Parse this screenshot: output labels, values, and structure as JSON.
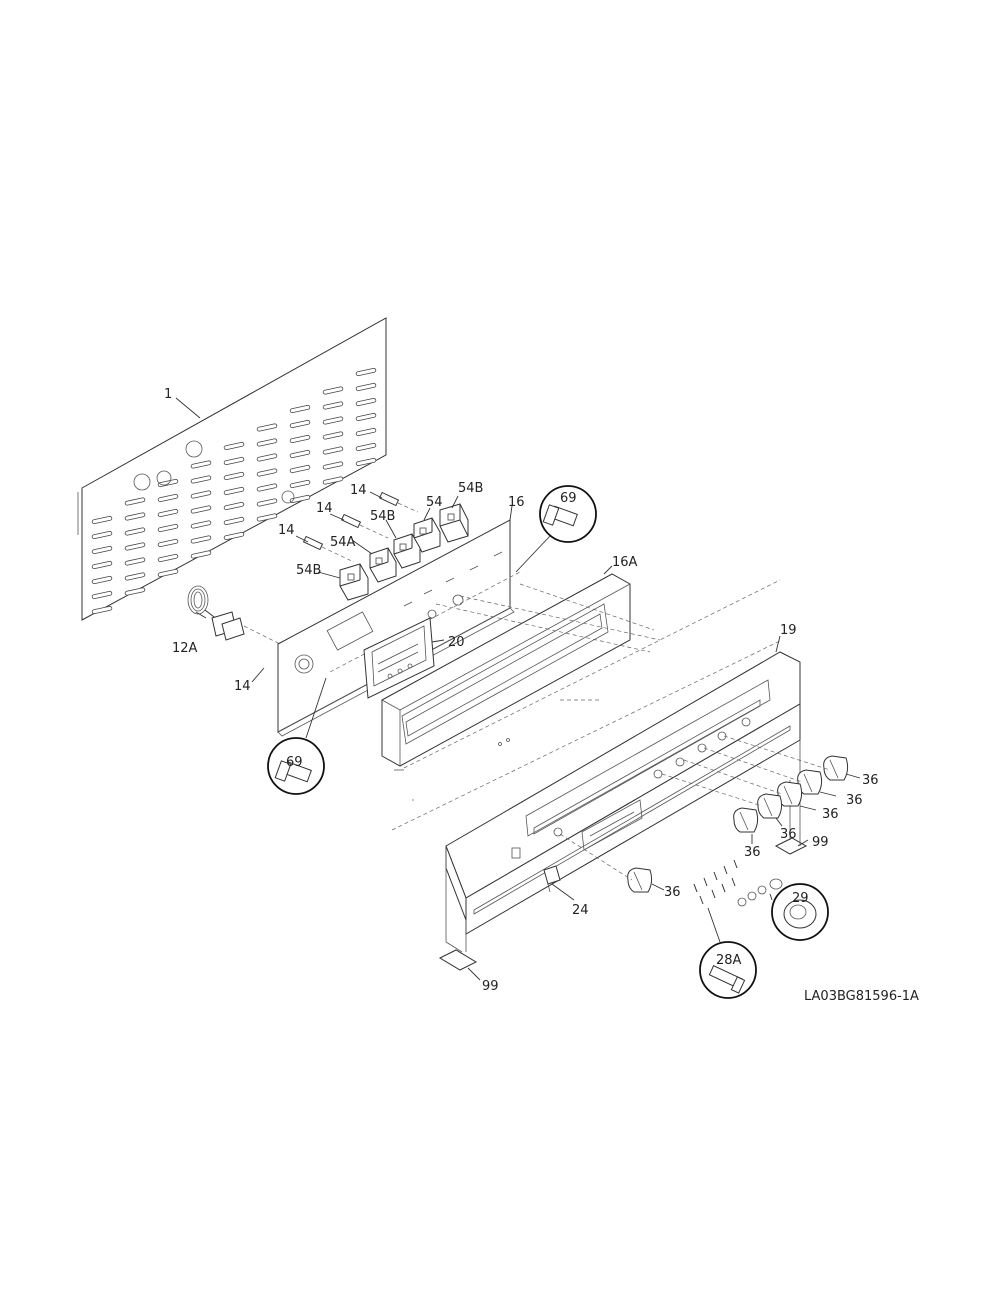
{
  "diagram": {
    "drawing_code": "LA03BG81596-1A",
    "labels": {
      "p1": "1",
      "p12a": "12A",
      "p14_a": "14",
      "p14_b": "14",
      "p14_c": "14",
      "p14_d": "14",
      "p54a": "54A",
      "p54b_a": "54B",
      "p54b_b": "54B",
      "p54b_c": "54B",
      "p54": "54",
      "p16": "16",
      "p16a": "16A",
      "p20": "20",
      "p69_a": "69",
      "p69_b": "69",
      "p19": "19",
      "p36_a": "36",
      "p36_b": "36",
      "p36_c": "36",
      "p36_d": "36",
      "p36_e": "36",
      "p36_f": "36",
      "p99_a": "99",
      "p99_b": "99",
      "p24": "24",
      "p28a": "28A",
      "p29": "29"
    }
  }
}
